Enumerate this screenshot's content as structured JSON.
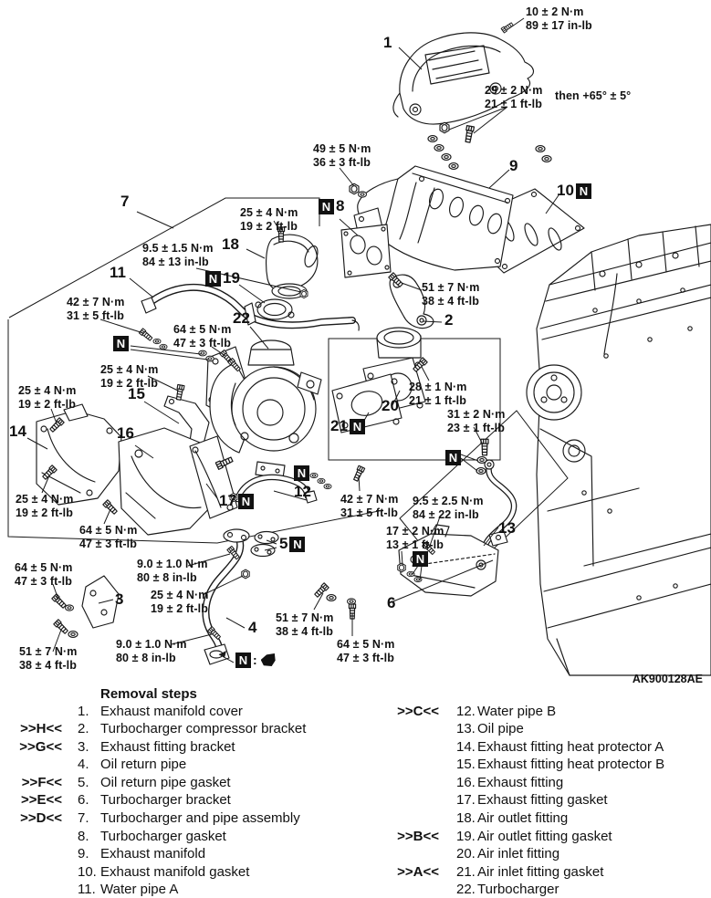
{
  "nbox": "N",
  "colon": ":",
  "figure_code": "AK900128AE",
  "then_note": "then +65° ± 5°",
  "torques": [
    "10 ± 2 N·m\n89 ± 17 in-lb",
    "29 ± 2 N·m\n21 ± 1 ft-lb",
    "49 ± 5 N·m\n36 ± 3 ft-lb",
    "51 ± 7 N·m\n38 ± 4 ft-lb",
    "25 ± 4 N·m\n19 ± 2 ft-lb",
    "9.5 ± 1.5 N·m\n84 ± 13 in-lb",
    "42 ± 7 N·m\n31 ± 5 ft-lb",
    "64 ± 5 N·m\n47 ± 3 ft-lb",
    "25 ± 4 N·m\n19 ± 2 ft-lb",
    "25 ± 4 N·m\n19 ± 2 ft-lb",
    "25 ± 4 N·m\n19 ± 2 ft-lb",
    "64 ± 5 N·m\n47 ± 3 ft-lb",
    "28 ± 1 N·m\n21 ± 1 ft-lb",
    "31 ± 2 N·m\n23 ± 1 ft-lb",
    "42 ± 7 N·m\n31 ± 5 ft-lb",
    "9.5 ± 2.5 N·m\n84 ± 22 in-lb",
    "17 ± 2 N·m\n13 ± 1 ft-lb",
    "64 ± 5 N·m\n47 ± 3 ft-lb",
    "9.0 ± 1.0 N·m\n80 ± 8 in-lb",
    "25 ± 4 N·m\n19 ± 2 ft-lb",
    "9.0 ± 1.0 N·m\n80 ± 8 in-lb",
    "51 ± 7 N·m\n38 ± 4 ft-lb",
    "51 ± 7 N·m\n38 ± 4 ft-lb",
    "64 ± 5 N·m\n47 ± 3 ft-lb"
  ],
  "parts": {
    "p1": "1",
    "p2": "2",
    "p3": "3",
    "p4": "4",
    "p5": "5",
    "p6": "6",
    "p7": "7",
    "p8": "8",
    "p9": "9",
    "p10": "10",
    "p11": "11",
    "p12": "12",
    "p13": "13",
    "p14": "14",
    "p15": "15",
    "p16": "16",
    "p17": "17",
    "p18": "18",
    "p19": "19",
    "p20": "20",
    "p21": "21",
    "p22": "22"
  },
  "steps": {
    "title": "Removal steps",
    "left": [
      {
        "code": "",
        "num": "1.",
        "name": "Exhaust manifold cover"
      },
      {
        "code": ">>H<<",
        "num": "2.",
        "name": "Turbocharger compressor bracket"
      },
      {
        "code": ">>G<<",
        "num": "3.",
        "name": "Exhaust fitting bracket"
      },
      {
        "code": "",
        "num": "4.",
        "name": "Oil return pipe"
      },
      {
        "code": ">>F<<",
        "num": "5.",
        "name": "Oil return pipe gasket"
      },
      {
        "code": ">>E<<",
        "num": "6.",
        "name": "Turbocharger bracket"
      },
      {
        "code": ">>D<<",
        "num": "7.",
        "name": "Turbocharger and pipe assembly"
      },
      {
        "code": "",
        "num": "8.",
        "name": "Turbocharger gasket"
      },
      {
        "code": "",
        "num": "9.",
        "name": "Exhaust manifold"
      },
      {
        "code": "",
        "num": "10.",
        "name": "Exhaust manifold gasket"
      },
      {
        "code": "",
        "num": "11.",
        "name": "Water pipe A"
      }
    ],
    "right": [
      {
        "code": ">>C<<",
        "num": "12.",
        "name": "Water pipe B"
      },
      {
        "code": "",
        "num": "13.",
        "name": "Oil pipe"
      },
      {
        "code": "",
        "num": "14.",
        "name": "Exhaust fitting heat protector A"
      },
      {
        "code": "",
        "num": "15.",
        "name": "Exhaust fitting heat protector B"
      },
      {
        "code": "",
        "num": "16.",
        "name": "Exhaust fitting"
      },
      {
        "code": "",
        "num": "17.",
        "name": "Exhaust fitting gasket"
      },
      {
        "code": "",
        "num": "18.",
        "name": "Air outlet fitting"
      },
      {
        "code": ">>B<<",
        "num": "19.",
        "name": "Air outlet fitting gasket"
      },
      {
        "code": "",
        "num": "20.",
        "name": "Air inlet fitting"
      },
      {
        "code": ">>A<<",
        "num": "21.",
        "name": "Air inlet fitting gasket"
      },
      {
        "code": "",
        "num": "22.",
        "name": "Turbocharger"
      }
    ]
  }
}
